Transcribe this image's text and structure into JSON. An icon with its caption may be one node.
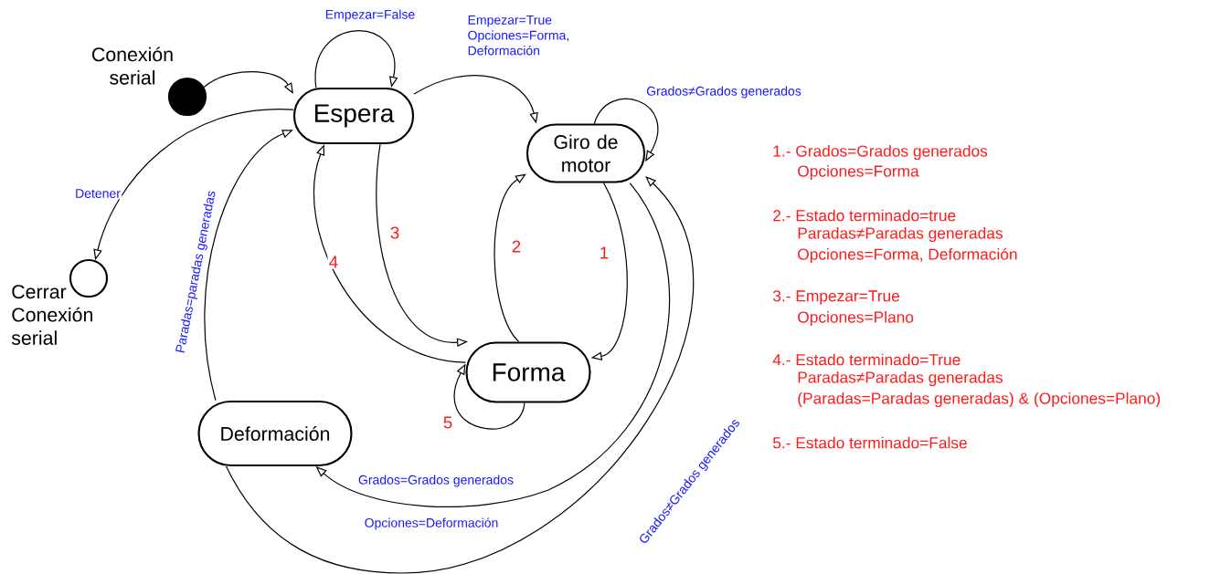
{
  "diagram": {
    "nodes": [
      {
        "text": [],
        "shape": "circle",
        "beside": [
          "Conexión serial"
        ]
      },
      {
        "text": [
          "Espera"
        ]
      },
      {
        "text": [
          "Giro de motor"
        ]
      },
      {
        "text": [
          "Forma"
        ]
      },
      {
        "text": [
          "Deformación"
        ]
      },
      {
        "text": [],
        "shape": "circle",
        "beside": [
          "Cerrar Conexión serial"
        ]
      }
    ],
    "edges": [
      {
        "from": 0,
        "to": 1,
        "arrow": "to"
      },
      {
        "from": 1,
        "to": 1,
        "arrow": "to",
        "label": "Empezar=False"
      },
      {
        "from": 1,
        "to": 2,
        "arrow": "to",
        "label": "Empezar=True Opciones=Forma, Deformación"
      },
      {
        "from": 2,
        "to": 2,
        "arrow": "to",
        "label": "Grados≠Grados generados"
      },
      {
        "from": 1,
        "to": 5,
        "arrow": "to",
        "label": "Detener"
      },
      {
        "from": 4,
        "to": 1,
        "arrow": "to",
        "label": "Paradas=paradas generadas"
      },
      {
        "from": 3,
        "to": 1,
        "arrow": "to",
        "label": "4"
      },
      {
        "from": 1,
        "to": 3,
        "arrow": "to",
        "label": "3"
      },
      {
        "from": 3,
        "to": 2,
        "arrow": "to",
        "label": "2"
      },
      {
        "from": 2,
        "to": 3,
        "arrow": "to",
        "label": "1"
      },
      {
        "from": 3,
        "to": 3,
        "arrow": "to",
        "label": "5"
      },
      {
        "from": 2,
        "to": 4,
        "arrow": "to",
        "label": "Grados=Grados generados"
      },
      {
        "from": 4,
        "to": 2,
        "arrow": "to",
        "label": "Grados≠Grados generados"
      }
    ],
    "labels": [
      "1.- Grados=Grados generados",
      "Opciones=Forma",
      "2.- Estado terminado=true",
      "Paradas≠Paradas generadas",
      "Opciones=Forma, Deformación",
      "3.- Empezar=True",
      "Opciones=Plano",
      "4.- Estado terminado=True",
      "Paradas≠Paradas generadas",
      "(Paradas=Paradas generadas) & (Opciones=Plano)",
      "5.- Estado terminado=False",
      "Opciones=Deformación"
    ]
  }
}
